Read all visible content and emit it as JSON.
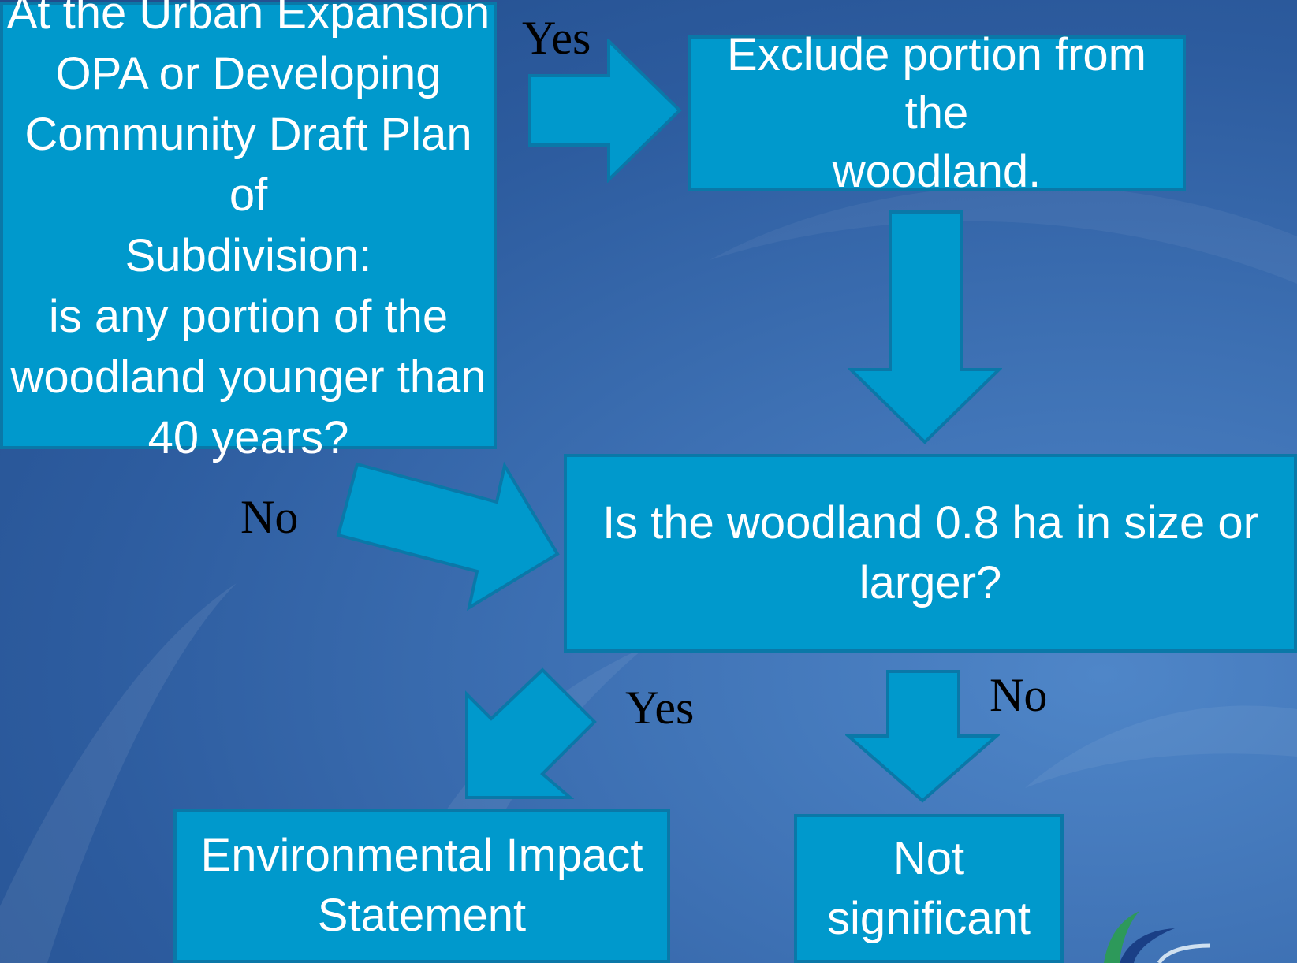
{
  "nodes": {
    "start": {
      "text": "At the Urban Expansion\nOPA or Developing\nCommunity Draft Plan of\nSubdivision:\nis any portion of the\nwoodland younger than\n40 years?"
    },
    "exclude": {
      "text": "Exclude portion from the\nwoodland."
    },
    "size_check": {
      "text": "Is the woodland 0.8 ha in size or\nlarger?"
    },
    "eis": {
      "text": "Environmental Impact\nStatement"
    },
    "not_significant": {
      "text": "Not\nsignificant"
    }
  },
  "edges": {
    "start_to_exclude": {
      "label": "Yes"
    },
    "start_to_size": {
      "label": "No"
    },
    "size_to_eis": {
      "label": "Yes"
    },
    "size_to_not": {
      "label": "No"
    }
  },
  "colors": {
    "box_fill": "#0099cc",
    "box_border": "#0a78a8",
    "arrow_fill": "#0099cc",
    "text": "#ffffff"
  }
}
